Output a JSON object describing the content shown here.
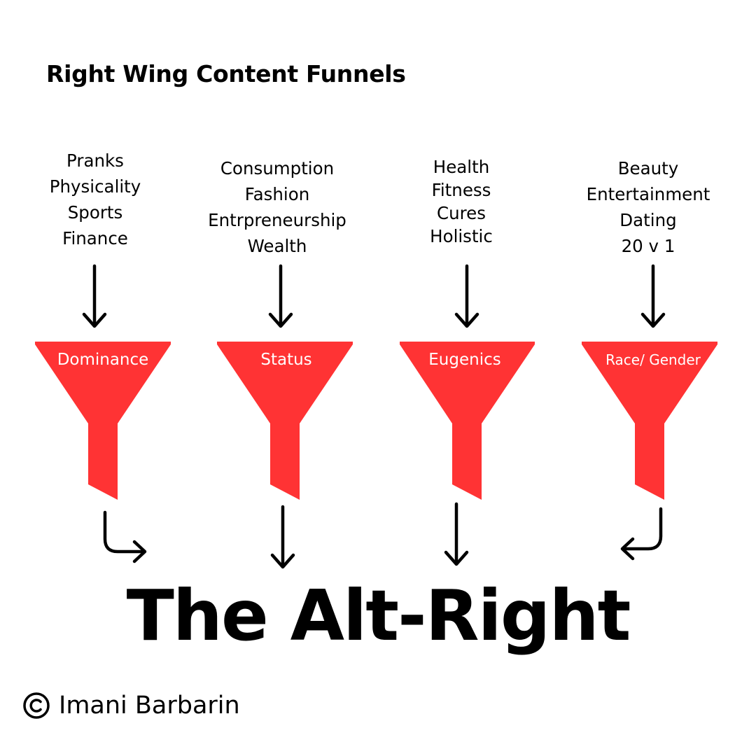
{
  "title": "Right Wing Content Funnels",
  "columns": [
    {
      "topics": [
        "Pranks",
        "Physicality",
        "Sports",
        "Finance"
      ],
      "funnel_label": "Dominance"
    },
    {
      "topics": [
        "Consumption",
        "Fashion",
        "Entrpreneurship",
        "Wealth"
      ],
      "funnel_label": "Status"
    },
    {
      "topics": [
        "Health",
        "Fitness",
        "Cures",
        "Holistic"
      ],
      "funnel_label": "Eugenics"
    },
    {
      "topics": [
        "Beauty",
        "Entertainment",
        "Dating",
        "20 v 1"
      ],
      "funnel_label": "Race/ Gender"
    }
  ],
  "result": "The Alt-Right",
  "credit": {
    "symbol": "©",
    "name": "Imani Barbarin"
  },
  "colors": {
    "funnel": "#ff3334",
    "text": "#000000",
    "background": "#ffffff"
  },
  "icons": {
    "down_arrow": "arrow-down-icon",
    "curved_arrow_right": "curved-arrow-right-icon",
    "curved_arrow_left": "curved-arrow-left-icon",
    "copyright": "copyright-icon"
  }
}
